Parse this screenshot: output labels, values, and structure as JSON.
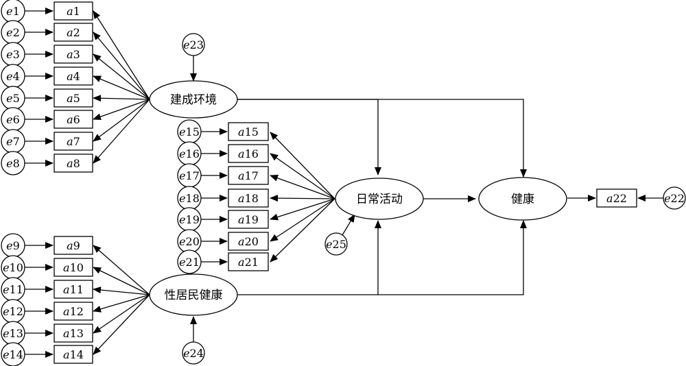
{
  "latents": {
    "built_env": "建成环境",
    "daily": "日常活动",
    "health": "健康",
    "self_health": "性居民健康"
  },
  "indicators": {
    "a1": {
      "p": "a",
      "n": "1"
    },
    "a2": {
      "p": "a",
      "n": "2"
    },
    "a3": {
      "p": "a",
      "n": "3"
    },
    "a4": {
      "p": "a",
      "n": "4"
    },
    "a5": {
      "p": "a",
      "n": "5"
    },
    "a6": {
      "p": "a",
      "n": "6"
    },
    "a7": {
      "p": "a",
      "n": "7"
    },
    "a8": {
      "p": "a",
      "n": "8"
    },
    "a9": {
      "p": "a",
      "n": "9"
    },
    "a10": {
      "p": "a",
      "n": "10"
    },
    "a11": {
      "p": "a",
      "n": "11"
    },
    "a12": {
      "p": "a",
      "n": "12"
    },
    "a13": {
      "p": "a",
      "n": "13"
    },
    "a14": {
      "p": "a",
      "n": "14"
    },
    "a15": {
      "p": "a",
      "n": "15"
    },
    "a16": {
      "p": "a",
      "n": "16"
    },
    "a17": {
      "p": "a",
      "n": "17"
    },
    "a18": {
      "p": "a",
      "n": "18"
    },
    "a19": {
      "p": "a",
      "n": "19"
    },
    "a20": {
      "p": "a",
      "n": "20"
    },
    "a21": {
      "p": "a",
      "n": "21"
    },
    "a22": {
      "p": "a",
      "n": "22"
    }
  },
  "errors": {
    "e1": {
      "p": "e",
      "n": "1"
    },
    "e2": {
      "p": "e",
      "n": "2"
    },
    "e3": {
      "p": "e",
      "n": "3"
    },
    "e4": {
      "p": "e",
      "n": "4"
    },
    "e5": {
      "p": "e",
      "n": "5"
    },
    "e6": {
      "p": "e",
      "n": "6"
    },
    "e7": {
      "p": "e",
      "n": "7"
    },
    "e8": {
      "p": "e",
      "n": "8"
    },
    "e9": {
      "p": "e",
      "n": "9"
    },
    "e10": {
      "p": "e",
      "n": "10"
    },
    "e11": {
      "p": "e",
      "n": "11"
    },
    "e12": {
      "p": "e",
      "n": "12"
    },
    "e13": {
      "p": "e",
      "n": "13"
    },
    "e14": {
      "p": "e",
      "n": "14"
    },
    "e15": {
      "p": "e",
      "n": "15"
    },
    "e16": {
      "p": "e",
      "n": "16"
    },
    "e17": {
      "p": "e",
      "n": "17"
    },
    "e18": {
      "p": "e",
      "n": "18"
    },
    "e19": {
      "p": "e",
      "n": "19"
    },
    "e20": {
      "p": "e",
      "n": "20"
    },
    "e21": {
      "p": "e",
      "n": "21"
    },
    "e22": {
      "p": "e",
      "n": "22"
    },
    "e23": {
      "p": "e",
      "n": "23"
    },
    "e24": {
      "p": "e",
      "n": "24"
    },
    "e25": {
      "p": "e",
      "n": "25"
    }
  }
}
